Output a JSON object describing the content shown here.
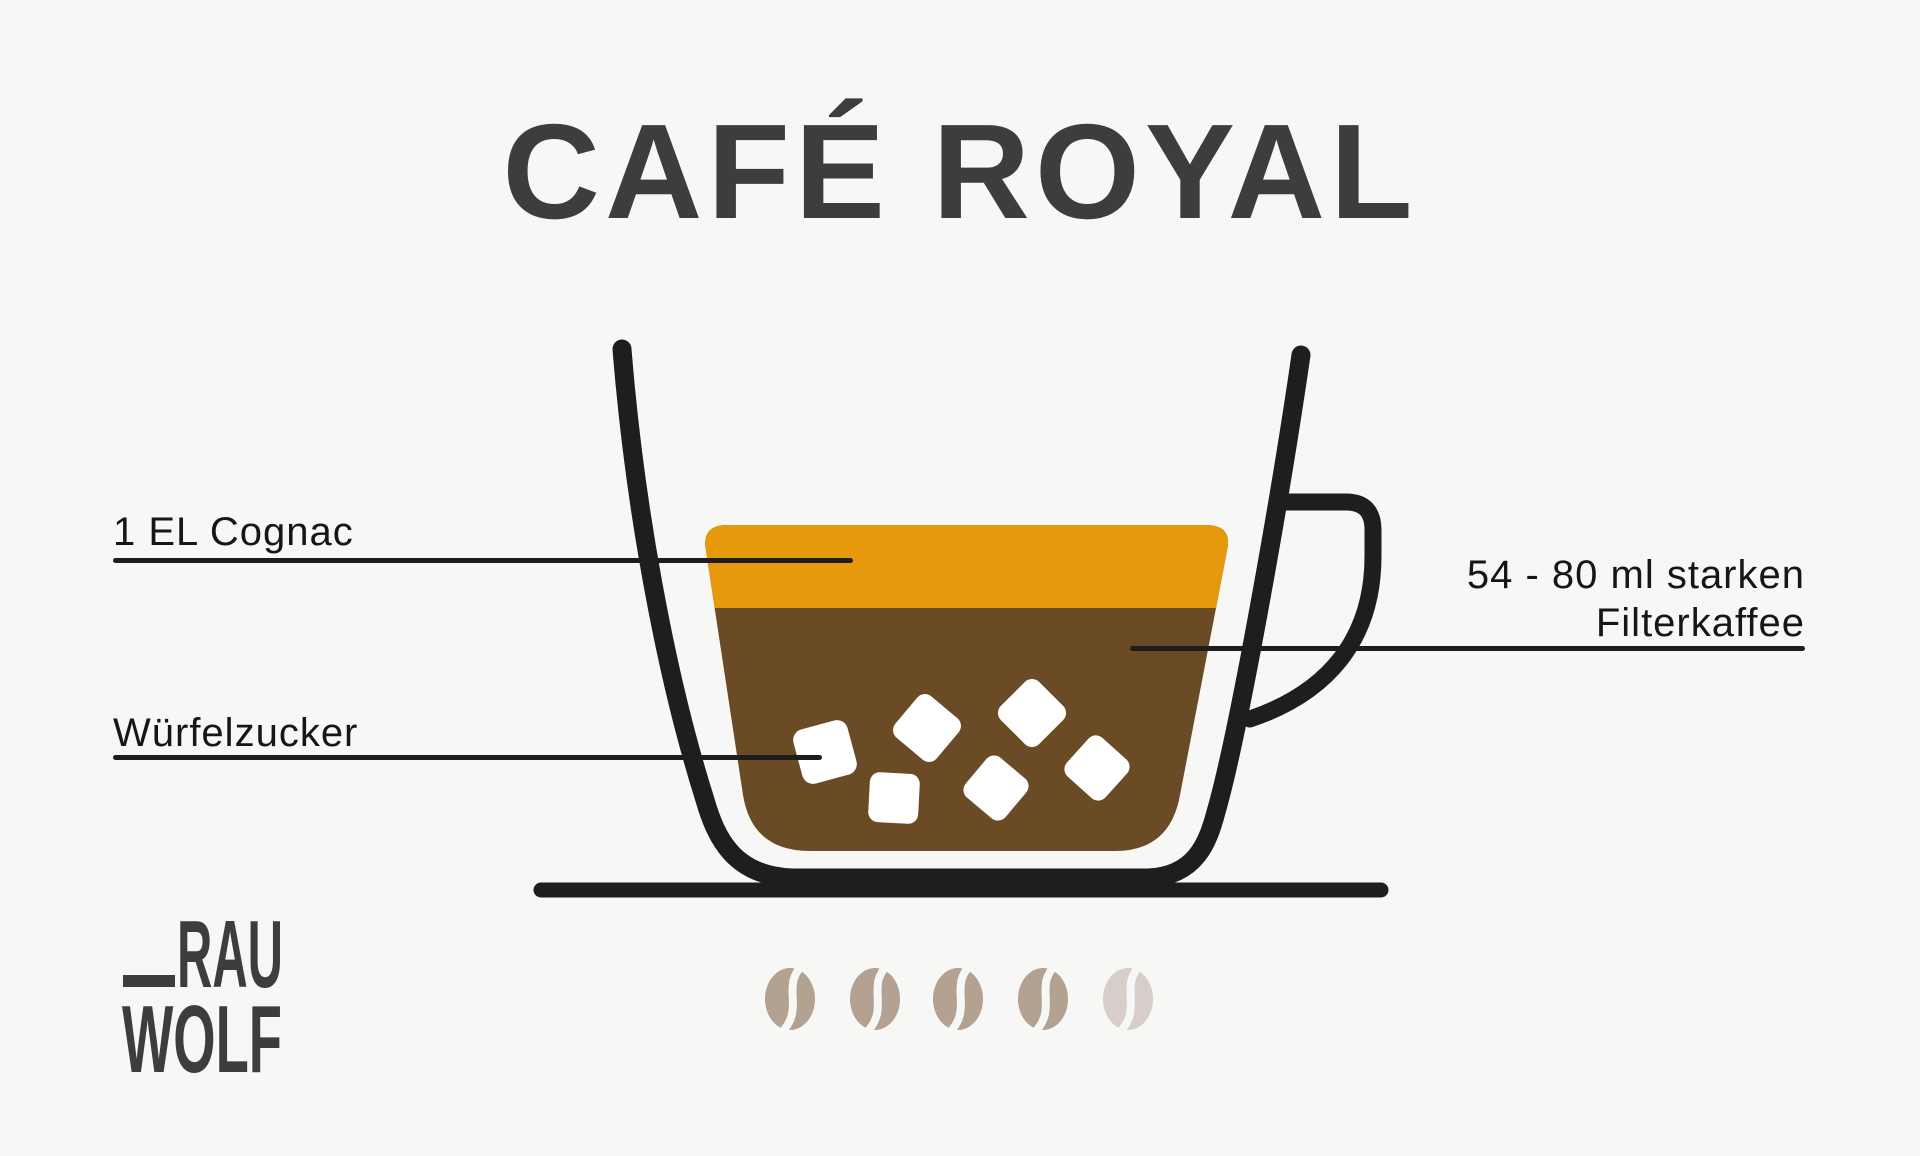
{
  "title": "CAFÉ ROYAL",
  "annotations": {
    "cognac": {
      "label": "1 EL Cognac"
    },
    "sugar": {
      "label": "Würfelzucker"
    },
    "coffee": {
      "label_line1": "54 - 80 ml starken",
      "label_line2": "Filterkaffee"
    }
  },
  "logo": {
    "line1": "RAU",
    "line2": "WOLF"
  },
  "illustration": {
    "cup_type": "glass coffee cup with handle on saucer",
    "layers": [
      {
        "name": "cognac-layer",
        "color": "#e5990b"
      },
      {
        "name": "coffee-layer",
        "color": "#6b4a26"
      }
    ],
    "sugar_cube_count": 6,
    "sugar_cube_color": "#ffffff",
    "beans": {
      "total": 5,
      "dark": 4,
      "light": 1,
      "dark_color": "#b3a192",
      "light_color": "#d7cec7"
    }
  },
  "colors": {
    "background": "#f7f7f5",
    "title": "#3d3d3d",
    "label_text": "#161616",
    "line": "#1d1d1d",
    "cup_outline": "#1e1e1e",
    "cognac_orange": "#e5990b",
    "coffee_brown": "#6b4a26"
  }
}
